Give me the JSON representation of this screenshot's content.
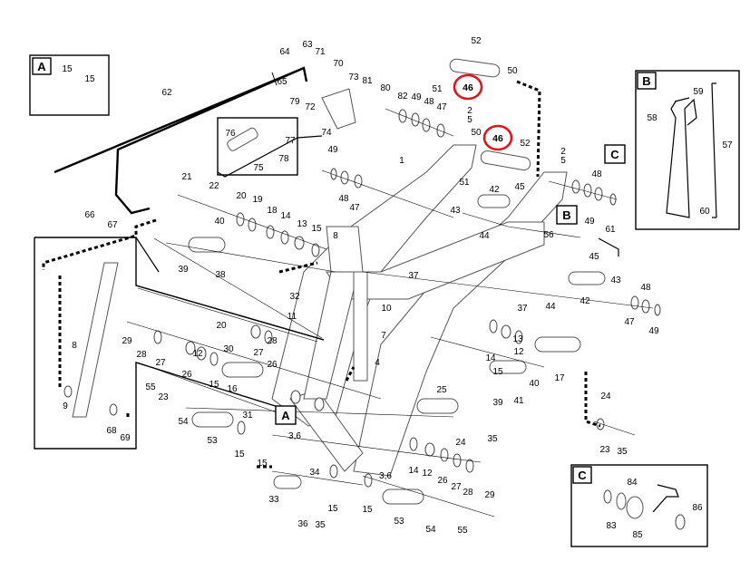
{
  "inset_tags": {
    "a": "A",
    "b": "B",
    "c": "C"
  },
  "callouts": [
    "1",
    "2",
    "3,6",
    "4",
    "5",
    "6",
    "7",
    "8",
    "9",
    "10",
    "11",
    "12",
    "13",
    "14",
    "15",
    "16",
    "17",
    "18",
    "19",
    "20",
    "21",
    "22",
    "23",
    "24",
    "25",
    "26",
    "27",
    "28",
    "29",
    "30",
    "31",
    "32",
    "33",
    "34",
    "35",
    "36",
    "37",
    "38",
    "39",
    "40",
    "41",
    "42",
    "43",
    "44",
    "45",
    "46",
    "47",
    "48",
    "49",
    "50",
    "51",
    "52",
    "53",
    "54",
    "55",
    "56",
    "57",
    "58",
    "59",
    "60",
    "61",
    "62",
    "63",
    "64",
    "65",
    "66",
    "67",
    "68",
    "69",
    "70",
    "71",
    "72",
    "73",
    "74",
    "75",
    "76",
    "77",
    "78",
    "79",
    "80",
    "81",
    "82",
    "83",
    "84",
    "85",
    "86"
  ],
  "highlighted_callout": "46",
  "colors": {
    "highlight": "#e0141b",
    "line": "#000000",
    "part_outline": "#555555"
  }
}
